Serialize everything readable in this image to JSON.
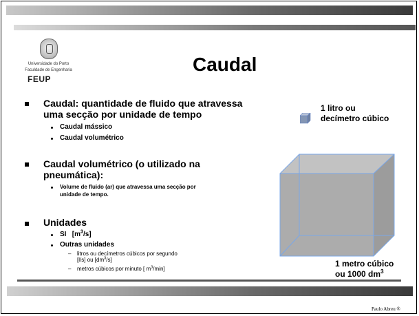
{
  "logo": {
    "line1": "Universidade do Porto",
    "line2": "Faculdade de Engenharia",
    "acronym": "FEUP"
  },
  "title": "Caudal",
  "section1": {
    "heading_line1": "Caudal: quantidade de fluido que atravessa",
    "heading_line2": "uma secção por unidade de tempo",
    "items": [
      "Caudal mássico",
      "Caudal volumétrico"
    ]
  },
  "section2": {
    "heading_line1": "Caudal volumétrico (o utilizado na",
    "heading_line2": "pneumática):",
    "item_line1": "Volume de fluido (ar) que atravessa uma secção por",
    "item_line2": "unidade de tempo."
  },
  "section3": {
    "heading": "Unidades",
    "si_label": "SI",
    "si_unit_pre": "[m",
    "si_unit_sup": "3",
    "si_unit_post": "/s]",
    "other_label": "Outras unidades",
    "sub1_line1": "litros ou decímetros cúbicos por segundo",
    "sub1_line2_pre": "[l/s] ou [dm",
    "sub1_line2_sup": "3",
    "sub1_line2_post": "/s]",
    "sub2_pre": "metros cúbicos por minuto [ m",
    "sub2_sup": "3",
    "sub2_post": "/min]"
  },
  "small_cube_label_line1": "1 litro ou",
  "small_cube_label_line2": "decímetro cúbico",
  "big_cube_label_line1": "1 metro cúbico",
  "big_cube_label_line2_pre": "ou 1000 dm",
  "big_cube_label_line2_sup": "3",
  "footer": "Paulo Abreu ®",
  "colors": {
    "cube_fill": "#b3b3b3",
    "cube_edge": "#6fa0e0"
  }
}
